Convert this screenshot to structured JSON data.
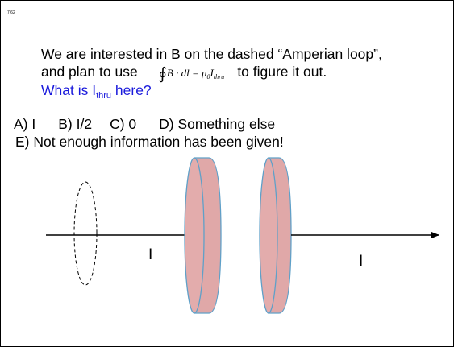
{
  "slide_number": "7.62",
  "line1": "We are interested in B on the dashed “Amperian loop”,",
  "line2_prefix": "and plan to use",
  "line2_suffix": "to figure it out.",
  "equation": {
    "integral": "∮",
    "B": "B",
    "dot": " · ",
    "dl": "dl",
    "equals": " = μ",
    "mu_sub": "0",
    "I": "I",
    "I_sub": "thru"
  },
  "question": {
    "prefix": "What is I",
    "subscript": "thru",
    "suffix": " here?"
  },
  "answers": {
    "a": "A) I",
    "b": "B) I/2",
    "c": "C) 0",
    "d": "D) Something else",
    "e": "E) Not enough information has been given!"
  },
  "diagram": {
    "current_left_label": "I",
    "current_right_label": "I",
    "plate_fill": "#e0a8a8",
    "plate_edge_fill": "#f2d4d4",
    "plate_stroke": "#5fa0c8"
  }
}
